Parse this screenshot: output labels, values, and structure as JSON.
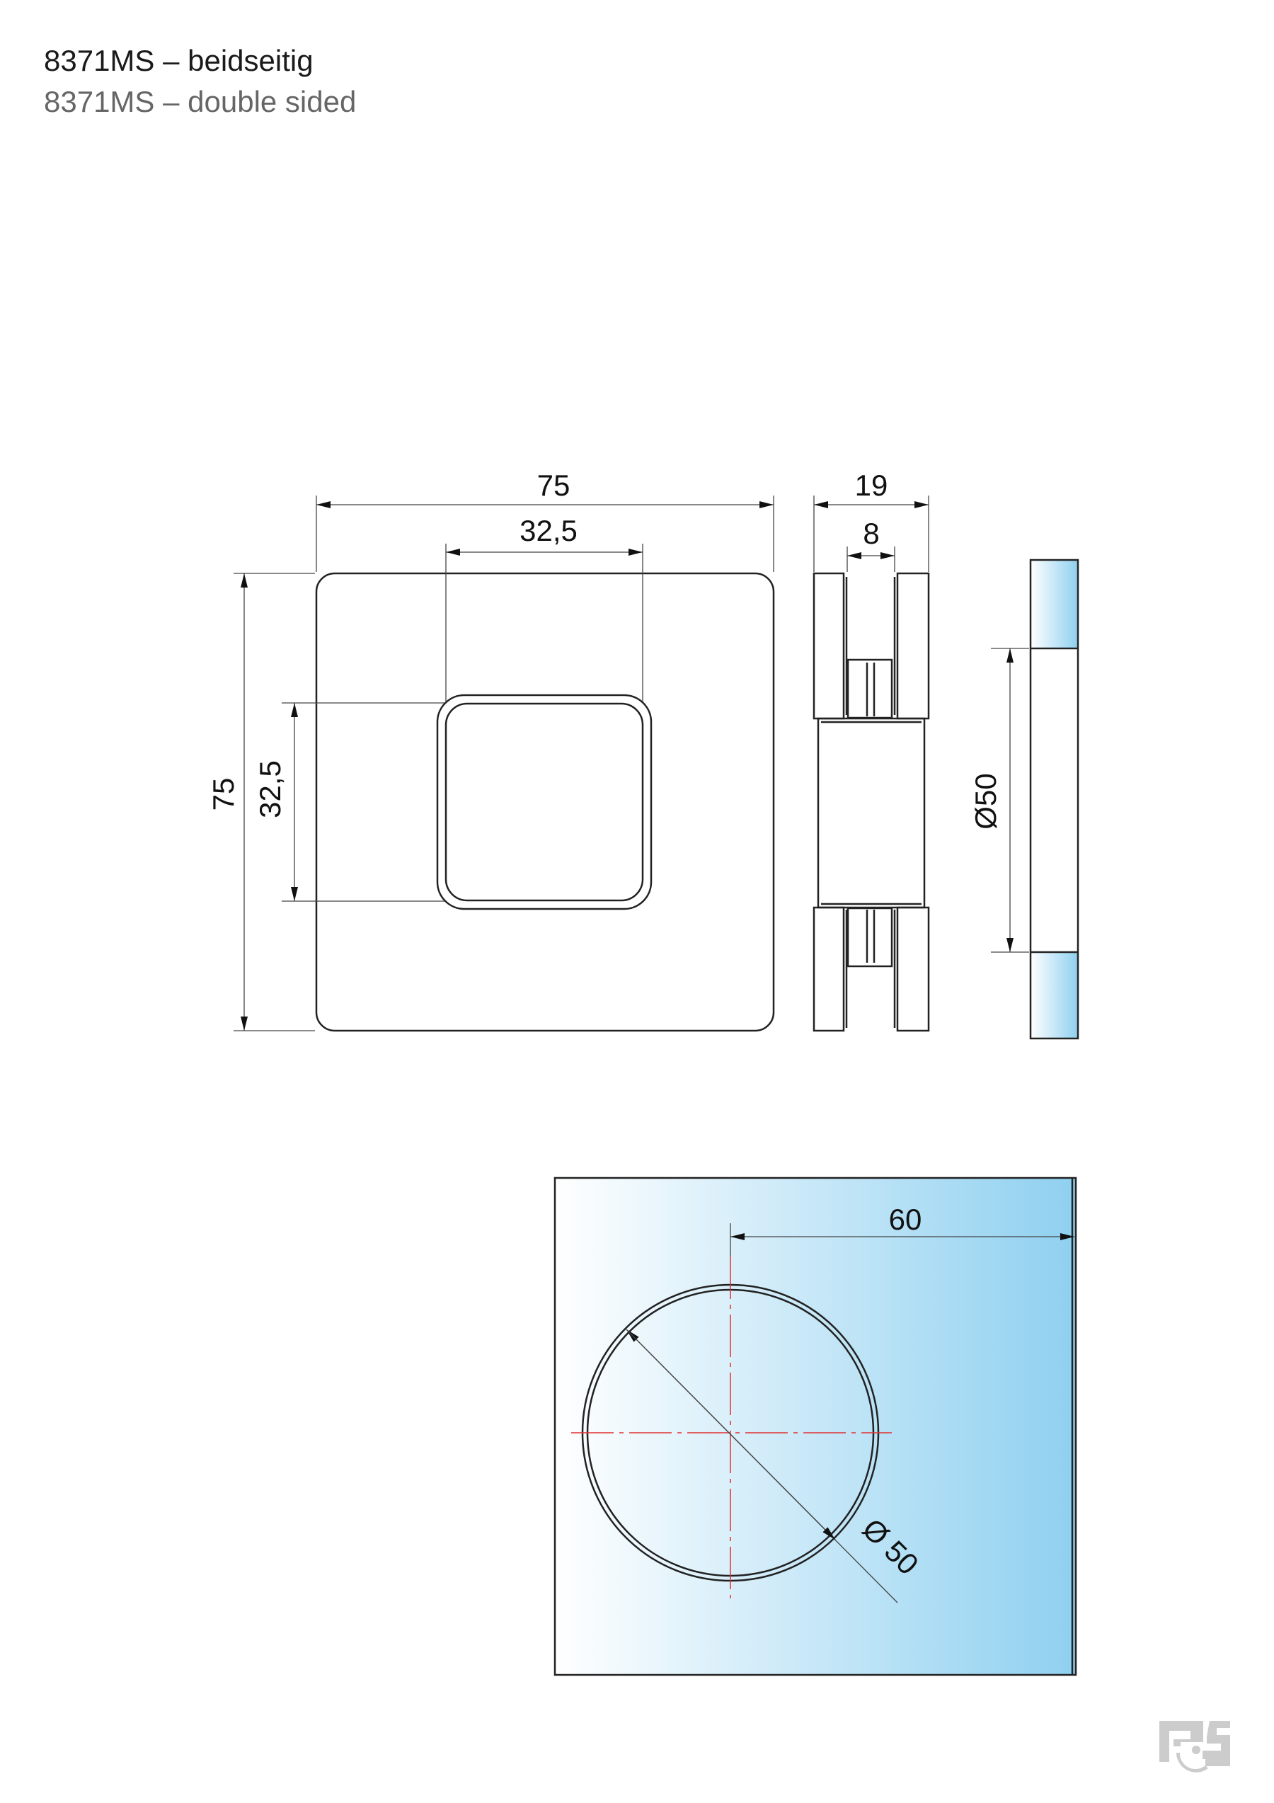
{
  "title": {
    "line_de": "8371MS – beidseitig",
    "line_en": "8371MS – double sided"
  },
  "front_view": {
    "width_label": "75",
    "height_label": "75",
    "inner_width_label": "32,5",
    "inner_height_label": "32,5"
  },
  "side_view": {
    "total_depth_label": "19",
    "glass_gap_label": "8"
  },
  "glass_edge_view": {
    "hole_diameter_label": "Ø50"
  },
  "glass_cutout": {
    "edge_distance_label": "60",
    "hole_diameter_label": "Ø 50"
  },
  "logo": {
    "text": "PS",
    "color": "#cccccc"
  },
  "colors": {
    "glass_blue": "#8fd0f0",
    "centerline_red": "#e03030"
  }
}
